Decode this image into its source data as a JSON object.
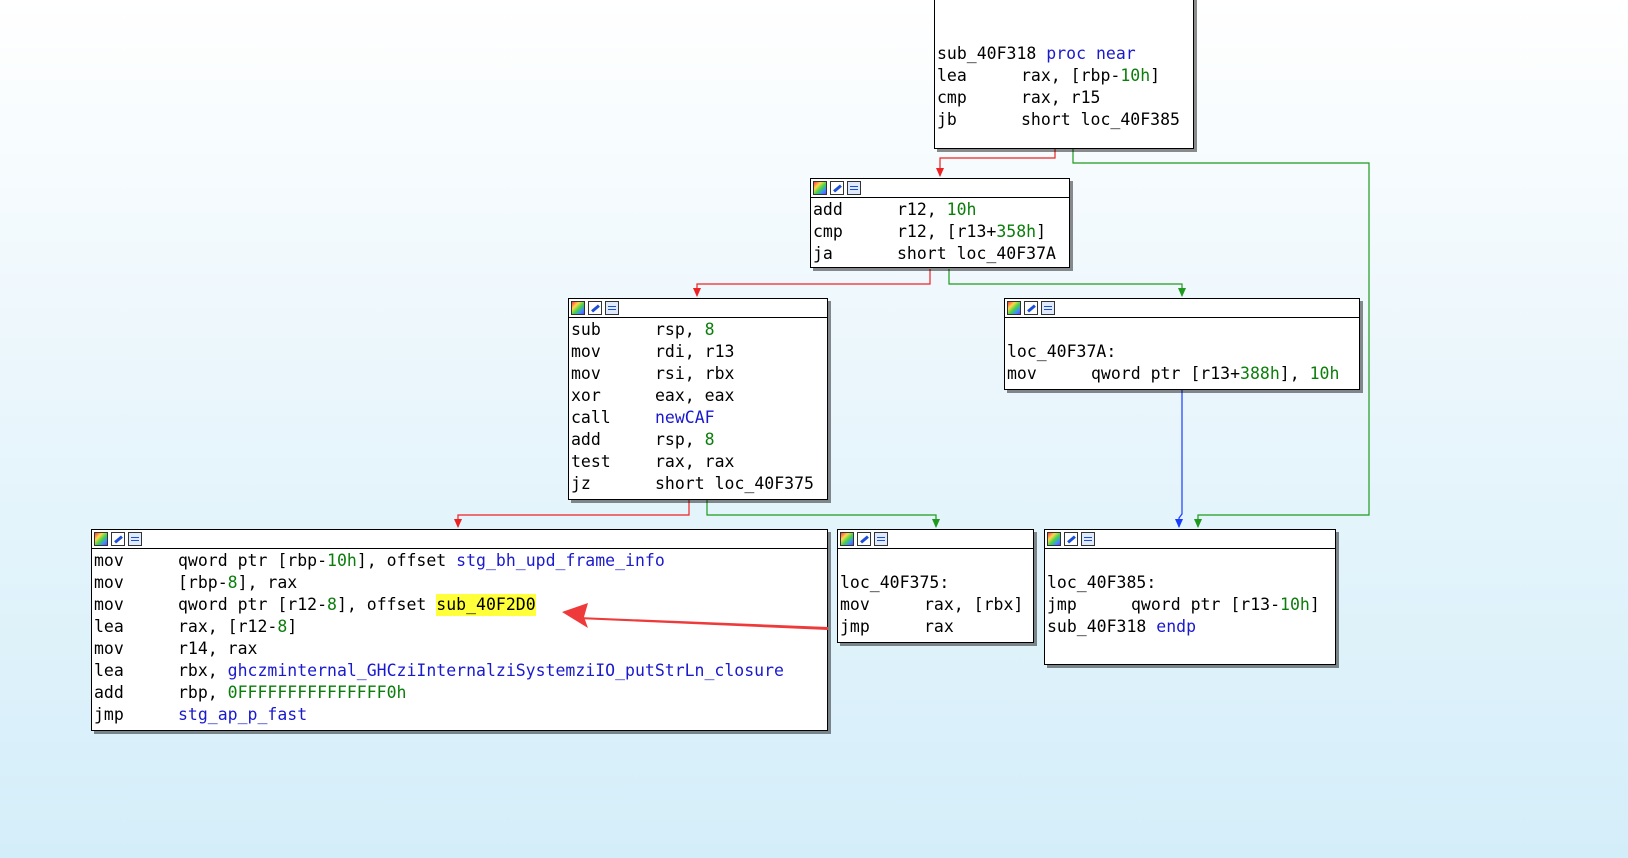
{
  "graph": {
    "nodes": [
      {
        "id": "sub_40F318",
        "header": false,
        "top_blank": 2,
        "lines": [
          {
            "segments": [
              {
                "t": "sub_40F318 ",
                "c": "black"
              },
              {
                "t": "proc near",
                "c": "blue"
              }
            ]
          },
          {
            "mnemonic": "lea",
            "segments": [
              {
                "t": "rax, [rbp-",
                "c": "black"
              },
              {
                "t": "10h",
                "c": "green"
              },
              {
                "t": "]",
                "c": "black"
              }
            ]
          },
          {
            "mnemonic": "cmp",
            "segments": [
              {
                "t": "rax, r15",
                "c": "black"
              }
            ]
          },
          {
            "mnemonic": "jb",
            "segments": [
              {
                "t": "short loc_40F385",
                "c": "black"
              }
            ]
          }
        ]
      },
      {
        "id": "block_add_r12",
        "header": true,
        "lines": [
          {
            "mnemonic": "add",
            "segments": [
              {
                "t": "r12, ",
                "c": "black"
              },
              {
                "t": "10h",
                "c": "green"
              }
            ]
          },
          {
            "mnemonic": "cmp",
            "segments": [
              {
                "t": "r12, [r13+",
                "c": "black"
              },
              {
                "t": "358h",
                "c": "green"
              },
              {
                "t": "]",
                "c": "black"
              }
            ]
          },
          {
            "mnemonic": "ja",
            "segments": [
              {
                "t": "short loc_40F37A",
                "c": "black"
              }
            ]
          }
        ]
      },
      {
        "id": "block_newcaf",
        "header": true,
        "lines": [
          {
            "mnemonic": "sub",
            "segments": [
              {
                "t": "rsp, ",
                "c": "black"
              },
              {
                "t": "8",
                "c": "green"
              }
            ]
          },
          {
            "mnemonic": "mov",
            "segments": [
              {
                "t": "rdi, r13",
                "c": "black"
              }
            ]
          },
          {
            "mnemonic": "mov",
            "segments": [
              {
                "t": "rsi, rbx",
                "c": "black"
              }
            ]
          },
          {
            "mnemonic": "xor",
            "segments": [
              {
                "t": "eax, eax",
                "c": "black"
              }
            ]
          },
          {
            "mnemonic": "call",
            "segments": [
              {
                "t": "newCAF",
                "c": "blue"
              }
            ]
          },
          {
            "mnemonic": "add",
            "segments": [
              {
                "t": "rsp, ",
                "c": "black"
              },
              {
                "t": "8",
                "c": "green"
              }
            ]
          },
          {
            "mnemonic": "test",
            "segments": [
              {
                "t": "rax, rax",
                "c": "black"
              }
            ]
          },
          {
            "mnemonic": "jz",
            "segments": [
              {
                "t": "short loc_40F375",
                "c": "black"
              }
            ]
          }
        ]
      },
      {
        "id": "loc_40F37A",
        "header": true,
        "top_blank": 1,
        "lines": [
          {
            "segments": [
              {
                "t": "loc_40F37A:",
                "c": "black"
              }
            ]
          },
          {
            "mnemonic": "mov",
            "segments": [
              {
                "t": "qword ptr [r13+",
                "c": "black"
              },
              {
                "t": "388h",
                "c": "green"
              },
              {
                "t": "], ",
                "c": "black"
              },
              {
                "t": "10h",
                "c": "green"
              }
            ]
          }
        ]
      },
      {
        "id": "block_putstrln",
        "header": true,
        "lines": [
          {
            "mnemonic": "mov",
            "segments": [
              {
                "t": "qword ptr [rbp-",
                "c": "black"
              },
              {
                "t": "10h",
                "c": "green"
              },
              {
                "t": "], offset ",
                "c": "black"
              },
              {
                "t": "stg_bh_upd_frame_info",
                "c": "blue"
              }
            ]
          },
          {
            "mnemonic": "mov",
            "segments": [
              {
                "t": "[rbp-",
                "c": "black"
              },
              {
                "t": "8",
                "c": "green"
              },
              {
                "t": "], rax",
                "c": "black"
              }
            ]
          },
          {
            "mnemonic": "mov",
            "segments": [
              {
                "t": "qword ptr [r12-",
                "c": "black"
              },
              {
                "t": "8",
                "c": "green"
              },
              {
                "t": "], offset ",
                "c": "black"
              },
              {
                "t": "sub_40F2D0",
                "c": "hl"
              }
            ]
          },
          {
            "mnemonic": "lea",
            "segments": [
              {
                "t": "rax, [r12-",
                "c": "black"
              },
              {
                "t": "8",
                "c": "green"
              },
              {
                "t": "]",
                "c": "black"
              }
            ]
          },
          {
            "mnemonic": "mov",
            "segments": [
              {
                "t": "r14, rax",
                "c": "black"
              }
            ]
          },
          {
            "mnemonic": "lea",
            "segments": [
              {
                "t": "rbx, ",
                "c": "black"
              },
              {
                "t": "ghczminternal_GHCziInternalziSystemziIO_putStrLn_closure",
                "c": "blue"
              }
            ]
          },
          {
            "mnemonic": "add",
            "segments": [
              {
                "t": "rbp, ",
                "c": "black"
              },
              {
                "t": "0FFFFFFFFFFFFFFF0h",
                "c": "green"
              }
            ]
          },
          {
            "mnemonic": "jmp",
            "segments": [
              {
                "t": "stg_ap_p_fast",
                "c": "blue"
              }
            ]
          }
        ]
      },
      {
        "id": "loc_40F375",
        "header": true,
        "top_blank": 1,
        "lines": [
          {
            "segments": [
              {
                "t": "loc_40F375:",
                "c": "black"
              }
            ]
          },
          {
            "mnemonic": "mov",
            "segments": [
              {
                "t": "rax, [rbx]",
                "c": "black"
              }
            ]
          },
          {
            "mnemonic": "jmp",
            "segments": [
              {
                "t": "rax",
                "c": "black"
              }
            ]
          }
        ]
      },
      {
        "id": "loc_40F385",
        "header": true,
        "top_blank": 1,
        "lines": [
          {
            "segments": [
              {
                "t": "loc_40F385:",
                "c": "black"
              }
            ]
          },
          {
            "mnemonic": "jmp",
            "segments": [
              {
                "t": "qword ptr [r13-",
                "c": "black"
              },
              {
                "t": "10h",
                "c": "green"
              },
              {
                "t": "]",
                "c": "black"
              }
            ]
          },
          {
            "segments": [
              {
                "t": "sub_40F318 ",
                "c": "black"
              },
              {
                "t": "endp",
                "c": "blue"
              }
            ]
          }
        ]
      }
    ],
    "edges": [
      {
        "from": "sub_40F318",
        "to": "block_add_r12",
        "kind": "false"
      },
      {
        "from": "sub_40F318",
        "to": "loc_40F385",
        "kind": "true"
      },
      {
        "from": "block_add_r12",
        "to": "block_newcaf",
        "kind": "false"
      },
      {
        "from": "block_add_r12",
        "to": "loc_40F37A",
        "kind": "true"
      },
      {
        "from": "block_newcaf",
        "to": "block_putstrln",
        "kind": "false"
      },
      {
        "from": "block_newcaf",
        "to": "loc_40F375",
        "kind": "true"
      },
      {
        "from": "loc_40F37A",
        "to": "loc_40F385",
        "kind": "unconditional"
      }
    ],
    "colors": {
      "edge_false": "#ee2222",
      "edge_true": "#1e9a1e",
      "edge_unconditional": "#1a3cff",
      "annotation_arrow": "#ee3a3a",
      "highlight": "#ffff3a",
      "text_blue": "#1a1acd",
      "text_green": "#0b7d0b"
    },
    "header_icons": [
      "color-palette-icon",
      "rename-pencil-icon",
      "graph-overview-icon"
    ]
  }
}
